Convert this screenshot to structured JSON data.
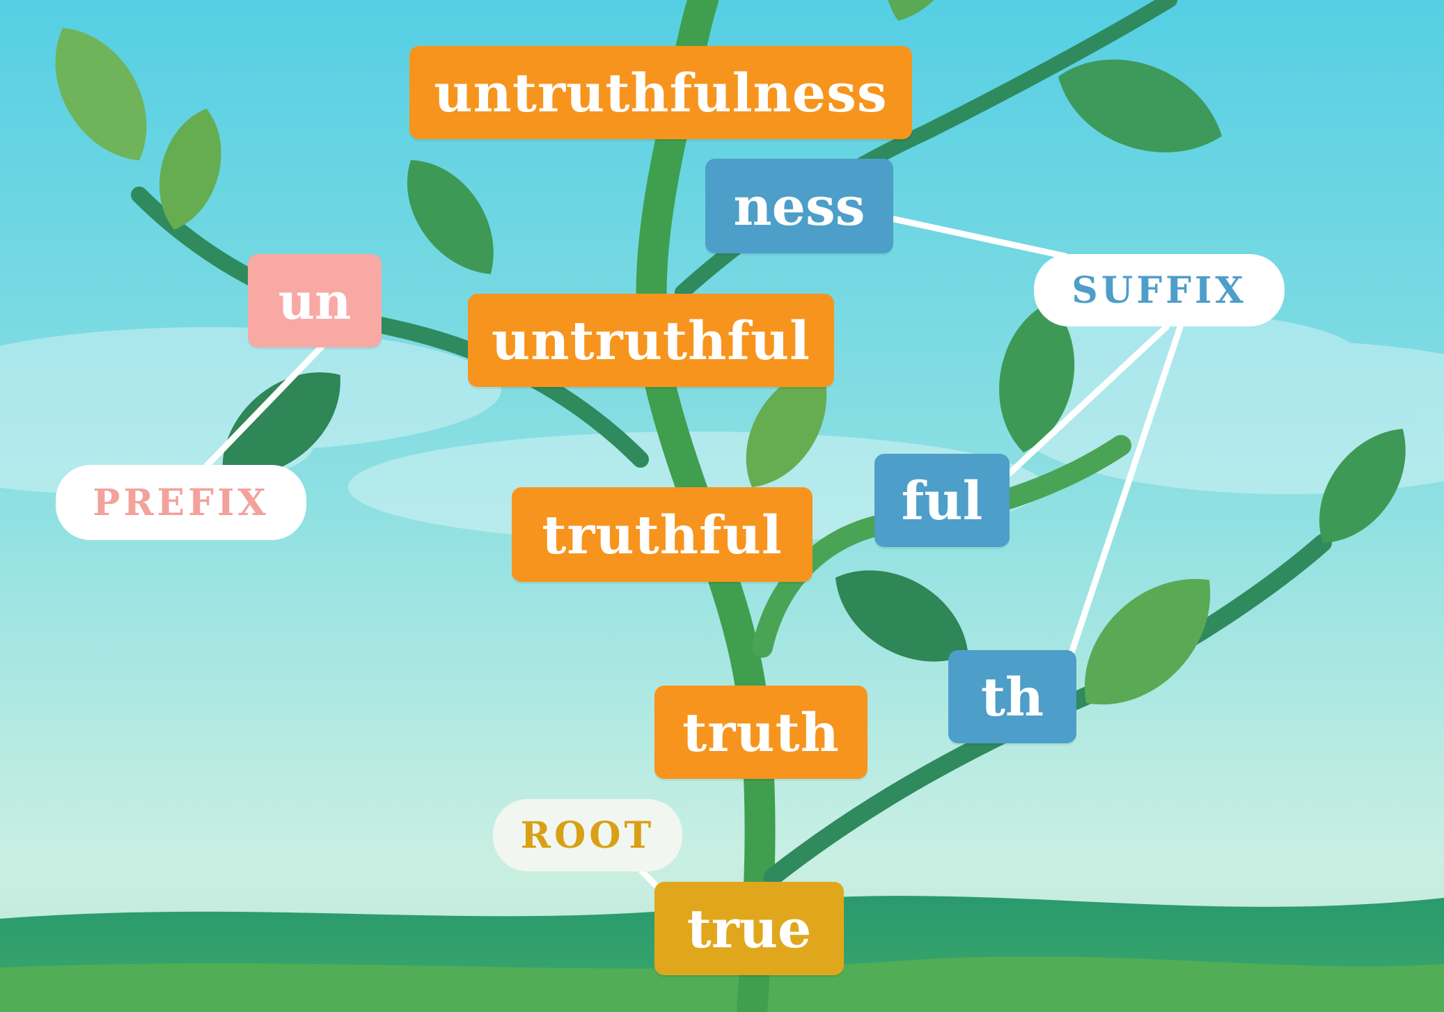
{
  "words": {
    "untruthfulness": "untruthfulness",
    "untruthful": "untruthful",
    "truthful": "truthful",
    "truth": "truth",
    "true": "true"
  },
  "morphemes": {
    "ness": "ness",
    "un": "un",
    "ful": "ful",
    "th": "th"
  },
  "labels": {
    "suffix": "SUFFIX",
    "prefix": "PREFIX",
    "root": "ROOT"
  },
  "colors": {
    "sky_top": "#55cfe3",
    "sky_bottom": "#cdeee4",
    "ground": "#2f9e72",
    "stem": "#3f9f4e",
    "leaf": "#4ea85a",
    "word_tag": "#f7941d",
    "suffix_tag": "#4d9ec9",
    "prefix_tag": "#f8a9a4",
    "root_tag": "#e1a71c"
  }
}
